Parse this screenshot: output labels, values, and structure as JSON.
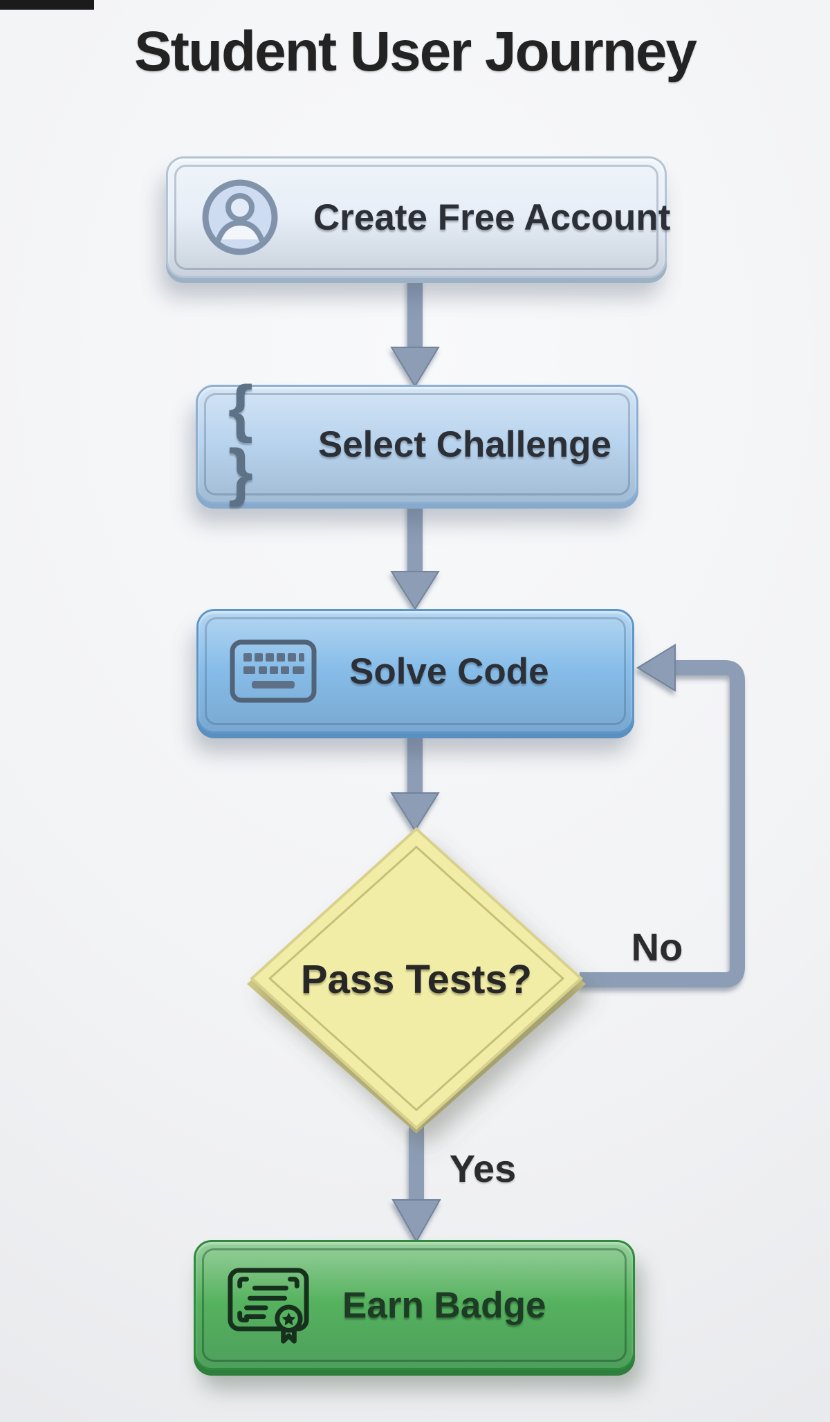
{
  "title": "Student User Journey",
  "background_color": "#f2f3f5",
  "flow": {
    "connector_color": "#8c9db5",
    "connector_edge_color": "#72849b",
    "labels": {
      "yes": "Yes",
      "no": "No"
    },
    "nodes": [
      {
        "id": "create-free-account",
        "type": "process",
        "label": "Create Free Account",
        "icon": "user-circle-icon",
        "fill": "#e7eef7",
        "edge": "#b3c4d6"
      },
      {
        "id": "select-challenge",
        "type": "process",
        "label": "Select Challenge",
        "icon": "code-braces-icon",
        "icon_glyph": "{ }",
        "fill": "#b9d4ee",
        "edge": "#8cb0d4"
      },
      {
        "id": "solve-code",
        "type": "process",
        "label": "Solve Code",
        "icon": "keyboard-icon",
        "fill": "#87bde9",
        "edge": "#5d97c9"
      },
      {
        "id": "pass-tests",
        "type": "decision",
        "label": "Pass Tests?",
        "fill": "#f1eda7",
        "edge": "#d8d18c"
      },
      {
        "id": "earn-badge",
        "type": "end",
        "label": "Earn Badge",
        "icon": "certificate-badge-icon",
        "fill": "#55b25e",
        "edge": "#2f8a3d"
      }
    ],
    "edges": [
      {
        "from": "create-free-account",
        "to": "select-challenge",
        "label": ""
      },
      {
        "from": "select-challenge",
        "to": "solve-code",
        "label": ""
      },
      {
        "from": "solve-code",
        "to": "pass-tests",
        "label": ""
      },
      {
        "from": "pass-tests",
        "to": "earn-badge",
        "label": "Yes"
      },
      {
        "from": "pass-tests",
        "to": "solve-code",
        "label": "No"
      }
    ]
  }
}
